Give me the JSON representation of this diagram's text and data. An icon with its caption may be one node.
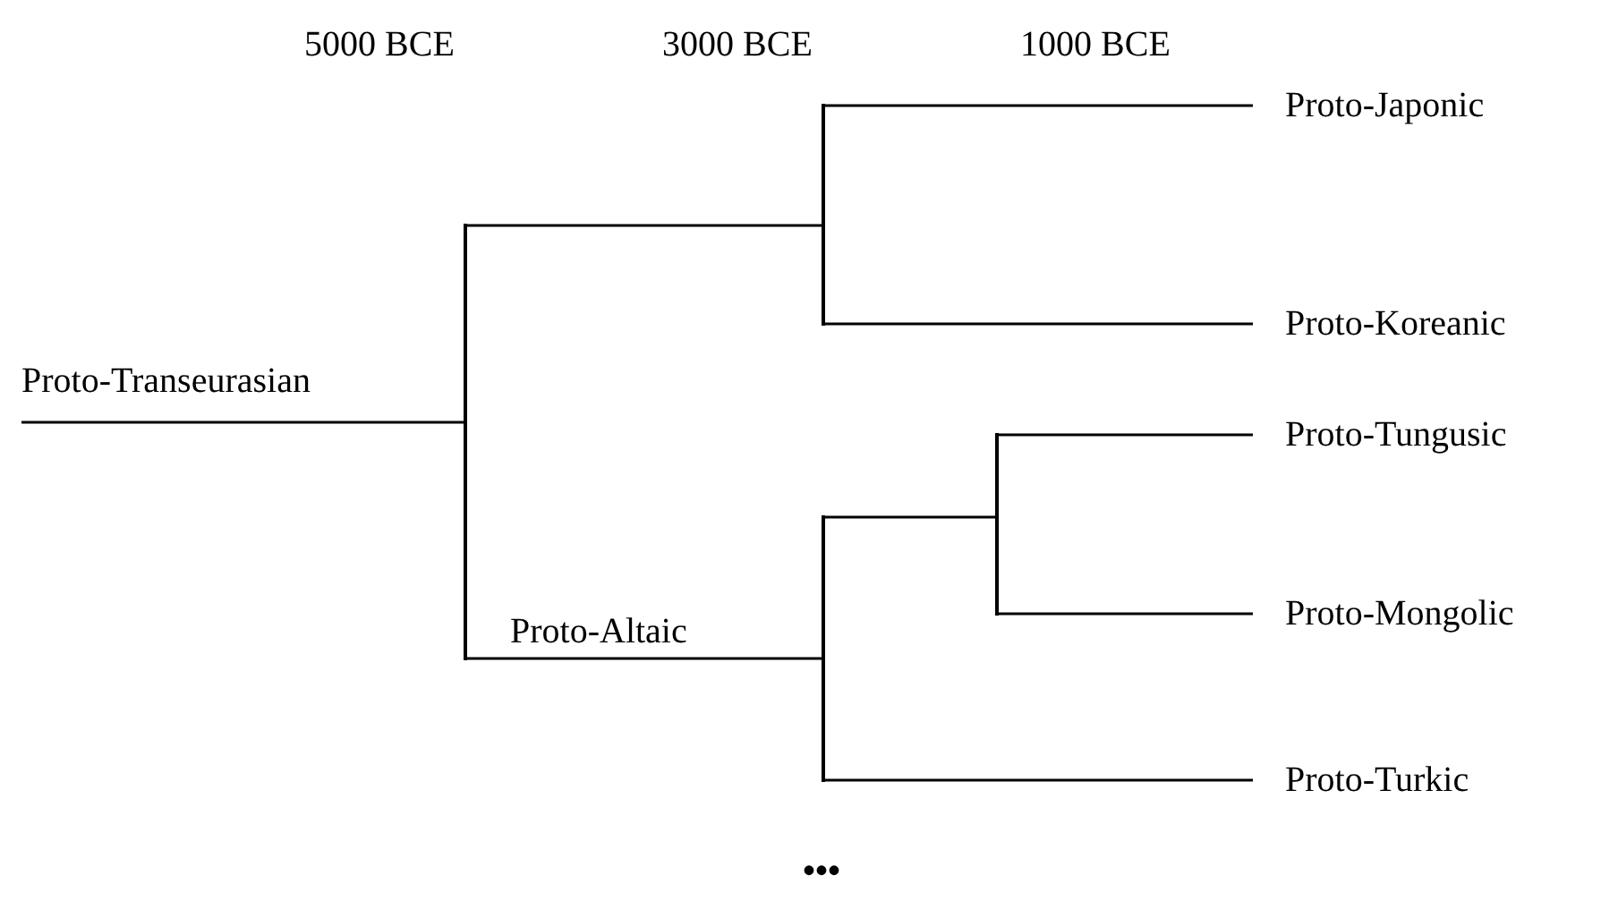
{
  "diagram": {
    "nodes": [
      {
        "text": [
          "Proto-Transeurasian"
        ]
      },
      {
        "text": [],
        "shape": "bar"
      },
      {
        "text": [],
        "shape": "bar"
      },
      {
        "text": [
          "Proto-Japonic"
        ]
      },
      {
        "text": [
          "Proto-Koreanic"
        ]
      },
      {
        "text": [],
        "shape": "bar"
      },
      {
        "text": [],
        "shape": "bar"
      },
      {
        "text": [
          "Proto-Tungusic"
        ]
      },
      {
        "text": [
          "Proto-Mongolic"
        ]
      },
      {
        "text": [
          "Proto-Turkic"
        ]
      }
    ],
    "edges": [
      {
        "from": 0,
        "to": 1,
        "arrow": "none"
      },
      {
        "from": 1,
        "to": 2,
        "arrow": "none"
      },
      {
        "from": 1,
        "to": 5,
        "arrow": "none",
        "label": "Proto-Altaic"
      },
      {
        "from": 2,
        "to": 3,
        "arrow": "none"
      },
      {
        "from": 2,
        "to": 4,
        "arrow": "none"
      },
      {
        "from": 5,
        "to": 6,
        "arrow": "none"
      },
      {
        "from": 5,
        "to": 9,
        "arrow": "none"
      },
      {
        "from": 6,
        "to": 7,
        "arrow": "none"
      },
      {
        "from": 6,
        "to": 8,
        "arrow": "none"
      }
    ],
    "labels": [
      "5000 BCE",
      "3000 BCE",
      "1000 BCE",
      "•••"
    ]
  }
}
